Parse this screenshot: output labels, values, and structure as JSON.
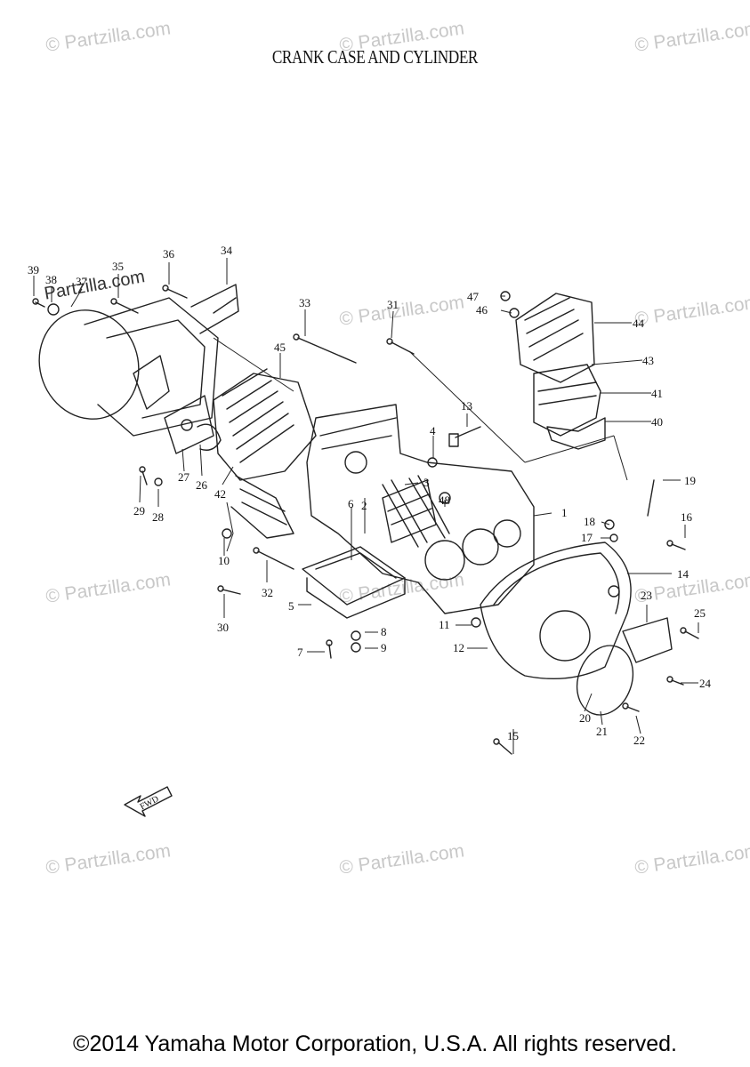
{
  "title": "CRANK CASE AND CYLINDER",
  "copyright": "©2014 Yamaha Motor Corporation, U.S.A. All rights reserved.",
  "watermark": "© Partzilla.com",
  "watermark_logo": "Partzilla.com",
  "fwd_label": "FWD",
  "callouts": [
    "1",
    "2",
    "3",
    "4",
    "5",
    "6",
    "7",
    "8",
    "9",
    "10",
    "11",
    "12",
    "13",
    "14",
    "15",
    "16",
    "17",
    "18",
    "19",
    "20",
    "21",
    "22",
    "23",
    "24",
    "25",
    "26",
    "27",
    "28",
    "29",
    "30",
    "31",
    "32",
    "33",
    "34",
    "35",
    "36",
    "37",
    "38",
    "39",
    "40",
    "41",
    "42",
    "43",
    "44",
    "45",
    "46",
    "47",
    "48"
  ]
}
